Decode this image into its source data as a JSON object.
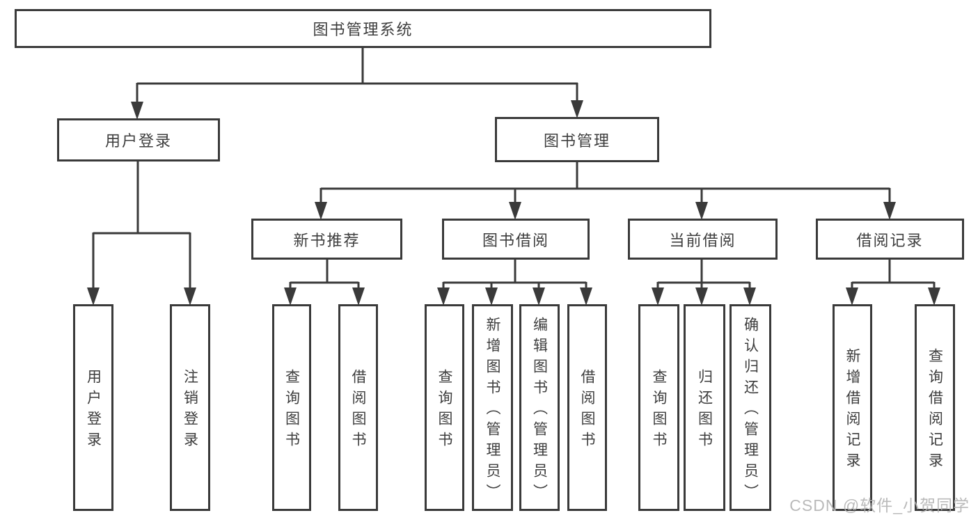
{
  "diagram": {
    "root": {
      "label": "图书管理系统"
    },
    "branches": [
      {
        "label": "用户登录",
        "leaves": [
          {
            "label": "用户登录"
          },
          {
            "label": "注销登录"
          }
        ]
      },
      {
        "label": "图书管理",
        "sections": [
          {
            "label": "新书推荐",
            "leaves": [
              {
                "label": "查询图书"
              },
              {
                "label": "借阅图书"
              }
            ]
          },
          {
            "label": "图书借阅",
            "leaves": [
              {
                "label": "查询图书"
              },
              {
                "label": "新增图书（管理员）"
              },
              {
                "label": "编辑图书（管理员）"
              },
              {
                "label": "借阅图书"
              }
            ]
          },
          {
            "label": "当前借阅",
            "leaves": [
              {
                "label": "查询图书"
              },
              {
                "label": "归还图书"
              },
              {
                "label": "确认归还（管理员）"
              }
            ]
          },
          {
            "label": "借阅记录",
            "leaves": [
              {
                "label": "新增借阅记录"
              },
              {
                "label": "查询借阅记录"
              }
            ]
          }
        ]
      }
    ]
  },
  "watermark": {
    "text": "CSDN @软件_小贺同学"
  },
  "colors": {
    "line": "#3a3a3a",
    "box_border": "#3a3a3a",
    "text": "#3d3d3d",
    "watermark": "#b3b3b3",
    "background": "#ffffff"
  }
}
